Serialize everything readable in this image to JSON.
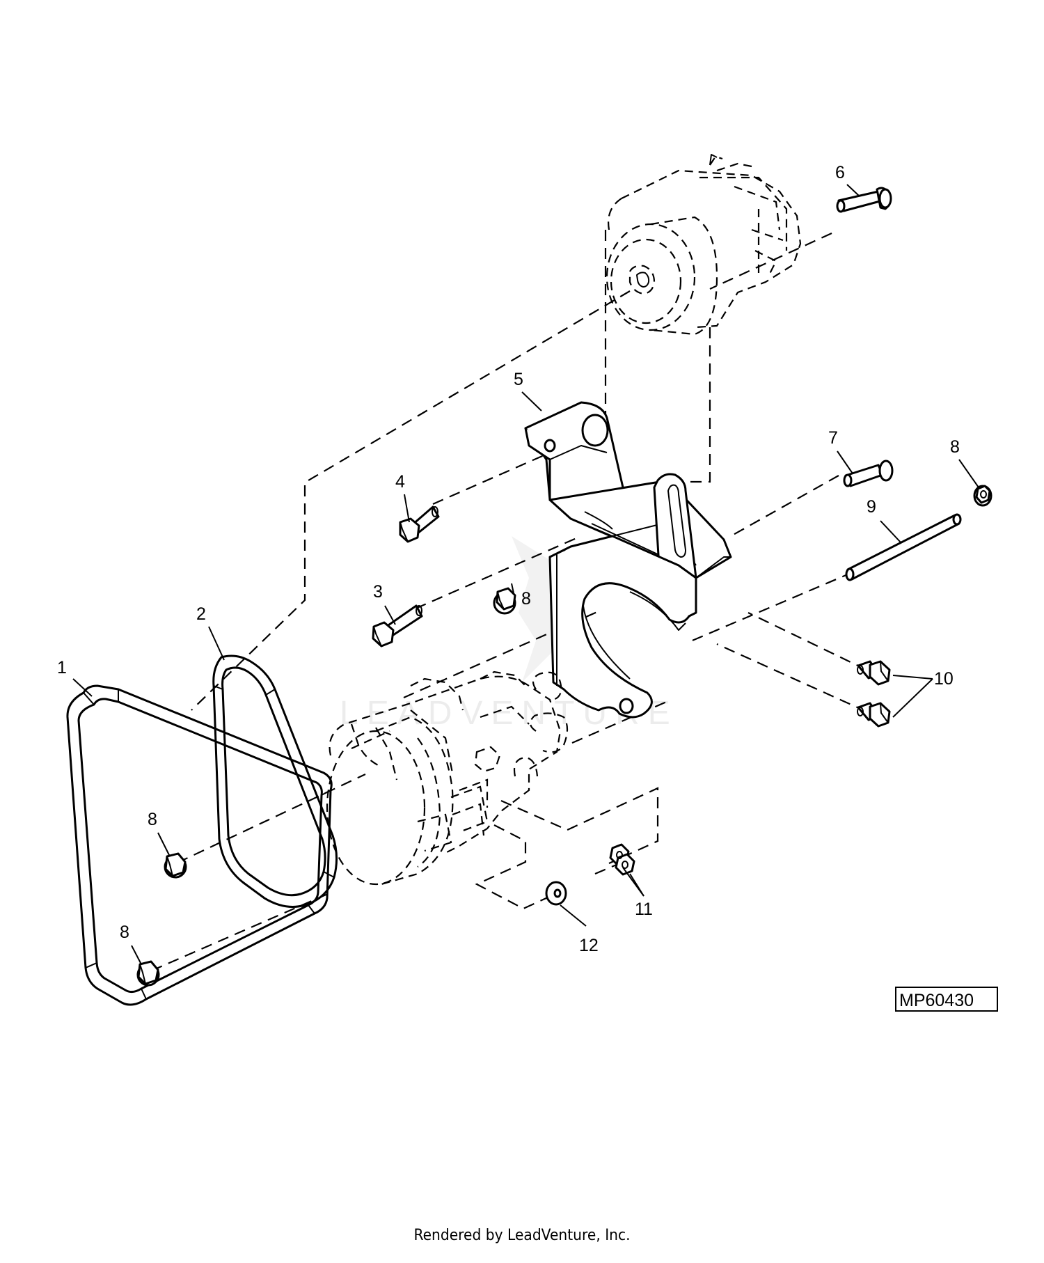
{
  "diagram_code": "MP60430",
  "footer": "Rendered by LeadVenture, Inc.",
  "watermark": "LEADVENTURE",
  "callouts": [
    {
      "id": "c1",
      "label": "1"
    },
    {
      "id": "c2",
      "label": "2"
    },
    {
      "id": "c3",
      "label": "3"
    },
    {
      "id": "c4",
      "label": "4"
    },
    {
      "id": "c5",
      "label": "5"
    },
    {
      "id": "c6",
      "label": "6"
    },
    {
      "id": "c7",
      "label": "7"
    },
    {
      "id": "c8a",
      "label": "8"
    },
    {
      "id": "c8b",
      "label": "8"
    },
    {
      "id": "c8c",
      "label": "8"
    },
    {
      "id": "c8d",
      "label": "8"
    },
    {
      "id": "c9",
      "label": "9"
    },
    {
      "id": "c10",
      "label": "10"
    },
    {
      "id": "c11",
      "label": "11"
    },
    {
      "id": "c12",
      "label": "12"
    }
  ]
}
